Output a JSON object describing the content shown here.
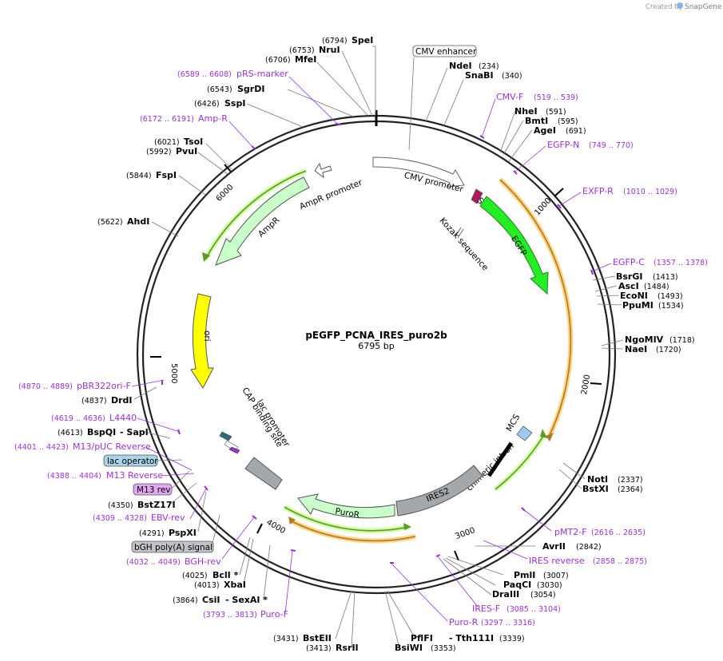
{
  "brand": {
    "created_by": "Created by",
    "product": "SnapGene"
  },
  "plasmid": {
    "name": "pEGFP_PCNA_IRES_puro2b",
    "size": "6795 bp"
  },
  "tick_labels": [
    "1000",
    "2000",
    "3000",
    "4000",
    "5000",
    "6000"
  ],
  "enzymes": [
    {
      "pos": "(6794)",
      "name": "SpeI"
    },
    {
      "pos": "(6753)",
      "name": "NruI"
    },
    {
      "pos": "(6706)",
      "name": "MfeI"
    },
    {
      "pos": "(6543)",
      "name": "SgrDI"
    },
    {
      "pos": "(6426)",
      "name": "SspI"
    },
    {
      "pos": "(6021)",
      "name": "TsoI"
    },
    {
      "pos": "(5992)",
      "name": "PvuI"
    },
    {
      "pos": "(5844)",
      "name": "FspI"
    },
    {
      "pos": "(5622)",
      "name": "AhdI"
    },
    {
      "pos": "(4837)",
      "name": "DrdI"
    },
    {
      "pos": "(4613)",
      "name": "BspQI",
      "extra": "- SapI"
    },
    {
      "pos": "(4350)",
      "name": "BstZ17I"
    },
    {
      "pos": "(4291)",
      "name": "PspXI"
    },
    {
      "pos": "(4025)",
      "name": "BclI *"
    },
    {
      "pos": "(4013)",
      "name": "XbaI"
    },
    {
      "pos": "(3864)",
      "name": "CsiI",
      "extra": "- SexAI *"
    },
    {
      "pos": "(3431)",
      "name": "BstEII"
    },
    {
      "pos": "(3413)",
      "name": "RsrII"
    },
    {
      "pos": "(3353)",
      "name": "BsiWI"
    },
    {
      "pos": "(3339)",
      "name": "PflFI",
      "extra": "- Tth111I"
    },
    {
      "pos": "(3054)",
      "name": "DraIII"
    },
    {
      "pos": "(3030)",
      "name": "PaqCI"
    },
    {
      "pos": "(3007)",
      "name": "PmlI"
    },
    {
      "pos": "(2842)",
      "name": "AvrII"
    },
    {
      "pos": "(2364)",
      "name": "BstXI"
    },
    {
      "pos": "(2337)",
      "name": "NotI"
    },
    {
      "pos": "(1720)",
      "name": "NaeI"
    },
    {
      "pos": "(1718)",
      "name": "NgoMIV"
    },
    {
      "pos": "(1534)",
      "name": "PpuMI"
    },
    {
      "pos": "(1493)",
      "name": "EcoNI"
    },
    {
      "pos": "(1484)",
      "name": "AscI"
    },
    {
      "pos": "(1413)",
      "name": "BsrGI"
    },
    {
      "pos": "(691)",
      "name": "AgeI"
    },
    {
      "pos": "(595)",
      "name": "BmtI"
    },
    {
      "pos": "(591)",
      "name": "NheI"
    },
    {
      "pos": "(340)",
      "name": "SnaBI"
    },
    {
      "pos": "(234)",
      "name": "NdeI"
    }
  ],
  "primers": [
    {
      "range": "(6589 .. 6608)",
      "name": "pRS-marker"
    },
    {
      "range": "(6172 .. 6191)",
      "name": "Amp-R"
    },
    {
      "range": "(4870 .. 4889)",
      "name": "pBR322ori-F"
    },
    {
      "range": "(4619 .. 4636)",
      "name": "L4440"
    },
    {
      "range": "(4401 .. 4423)",
      "name": "M13/pUC Reverse"
    },
    {
      "range": "(4388 .. 4404)",
      "name": "M13 Reverse"
    },
    {
      "range": "(4309 .. 4328)",
      "name": "EBV-rev"
    },
    {
      "range": "(4032 .. 4049)",
      "name": "BGH-rev"
    },
    {
      "range": "(3793 .. 3813)",
      "name": "Puro-F"
    },
    {
      "range": "(3297 .. 3316)",
      "name": "Puro-R"
    },
    {
      "range": "(3085 .. 3104)",
      "name": "IRES-F"
    },
    {
      "range": "(2858 .. 2875)",
      "name": "IRES reverse"
    },
    {
      "range": "(2616 .. 2635)",
      "name": "pMT2-F"
    },
    {
      "range": "(1357 .. 1378)",
      "name": "EGFP-C"
    },
    {
      "range": "(1010 .. 1029)",
      "name": "EXFP-R"
    },
    {
      "range": "(749 .. 770)",
      "name": "EGFP-N"
    },
    {
      "range": "(519 .. 539)",
      "name": "CMV-F"
    }
  ],
  "boxed_features": [
    {
      "name": "CMV enhancer",
      "color": "#ffffff"
    },
    {
      "name": "lac operator",
      "color": "#a8d4e6"
    },
    {
      "name": "M13 rev",
      "color": "#e3a6f0"
    },
    {
      "name": "bGH poly(A) signal",
      "color": "#c0c4c8"
    }
  ],
  "features": [
    {
      "name": "CMV promoter",
      "color": "#ffffff"
    },
    {
      "name": "SV40 NLS",
      "color": "#b0185a"
    },
    {
      "name": "EGFP",
      "color": "#22ee22"
    },
    {
      "name": "Kozak sequence",
      "color": "#ffffff"
    },
    {
      "name": "MCS",
      "color": "#9ec8f0"
    },
    {
      "name": "chimeric intron",
      "color": "#000000"
    },
    {
      "name": "IRES2",
      "color": "#a3a8ad"
    },
    {
      "name": "PuroR",
      "color": "#c9ffc9"
    },
    {
      "name": "CAP binding site",
      "color": "#2e6b7d"
    },
    {
      "name": "lac promoter",
      "color": "#ffffff"
    },
    {
      "name": "ori",
      "color": "#ffff00"
    },
    {
      "name": "AmpR",
      "color": "#c9ffc9"
    },
    {
      "name": "AmpR promoter",
      "color": "#ffffff"
    }
  ],
  "colors": {
    "primer": "#9b30d9",
    "orf_green": "#5a9a2a",
    "orf_glow": "#ccff99",
    "orf_orange": "#b07a20",
    "orf_orange_glow": "#ffd27f",
    "backbone": "#222222"
  }
}
